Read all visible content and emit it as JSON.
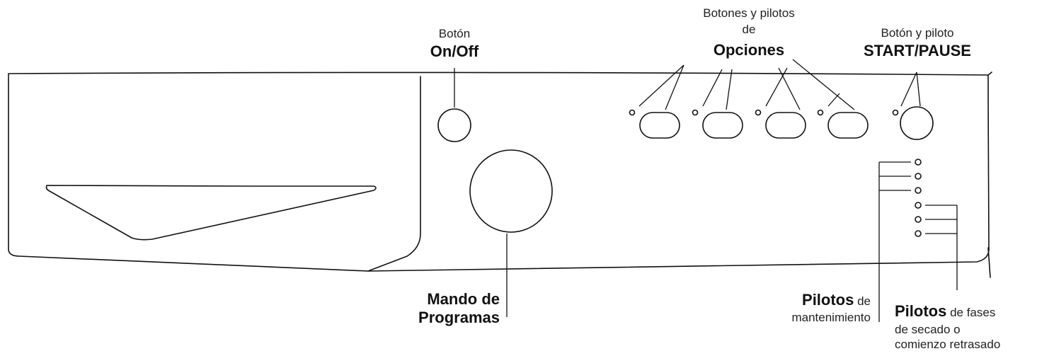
{
  "labels": {
    "onoff": {
      "line1": "Botón",
      "line2": "On/Off"
    },
    "options": {
      "line1": "Botones y pilotos",
      "line2": "de",
      "line3": "Opciones"
    },
    "startpause": {
      "line1": "Botón y piloto",
      "line2": "START/PAUSE"
    },
    "programs": {
      "line1": "Mando de",
      "line2": "Programas"
    },
    "maintenance": {
      "bold": "Pilotos",
      "rest": " de",
      "line2": "mantenimiento"
    },
    "drying": {
      "bold": "Pilotos",
      "rest": " de fases",
      "line2": "de secado o",
      "line3": "comienzo retrasado"
    }
  }
}
